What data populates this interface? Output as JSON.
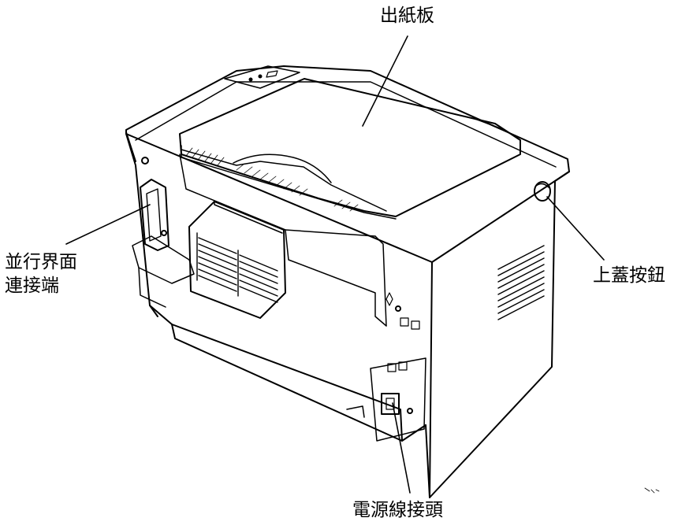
{
  "labels": {
    "output_tray": "出紙板",
    "parallel_interface_line1": "並行界面",
    "parallel_interface_line2": "連接端",
    "top_cover_button": "上蓋按鈕",
    "power_cord_connector": "電源線接頭"
  },
  "colors": {
    "line": "#000000",
    "background": "#ffffff"
  }
}
